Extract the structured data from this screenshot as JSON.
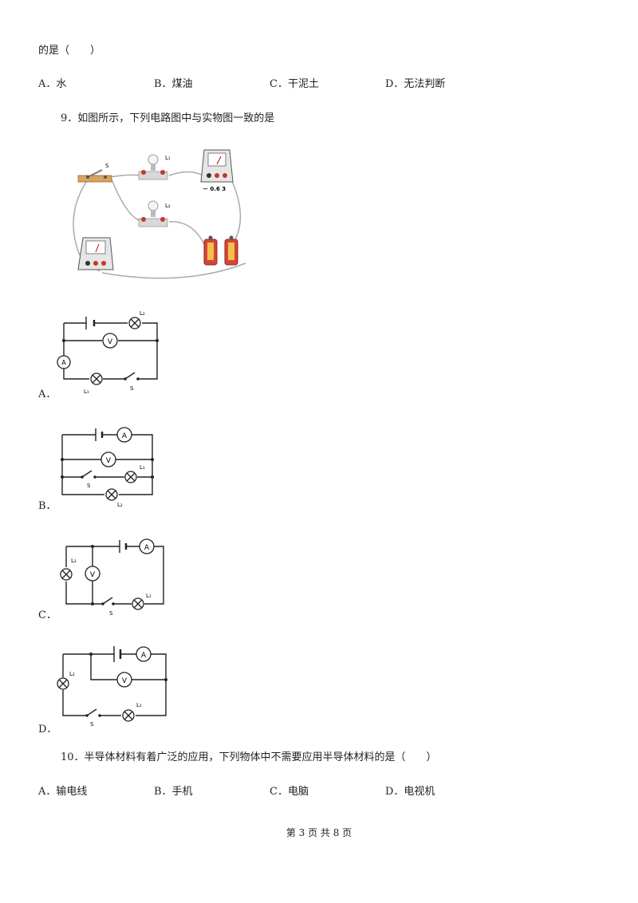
{
  "q8": {
    "tail": "的是（　　）",
    "options": [
      "A．水",
      "B．煤油",
      "C．干泥土",
      "D．无法判断"
    ]
  },
  "q9": {
    "stem": "9．如图所示，下列电路图中与实物图一致的是",
    "photo": {
      "s": "S",
      "l1": "L₁",
      "l2": "L₂",
      "scale": "－ 0.6 3"
    },
    "options": [
      "A．",
      "B．",
      "C．",
      "D．"
    ],
    "symbols": {
      "ammeter": "A",
      "voltmeter": "V",
      "l1": "L₁",
      "l2": "L₂",
      "switch": "S"
    }
  },
  "q10": {
    "stem": "10．半导体材料有着广泛的应用，下列物体中不需要应用半导体材料的是（　　）",
    "options": [
      "A．输电线",
      "B．手机",
      "C．电脑",
      "D．电视机"
    ]
  },
  "footer": {
    "page": "第 3 页 共 8 页"
  }
}
